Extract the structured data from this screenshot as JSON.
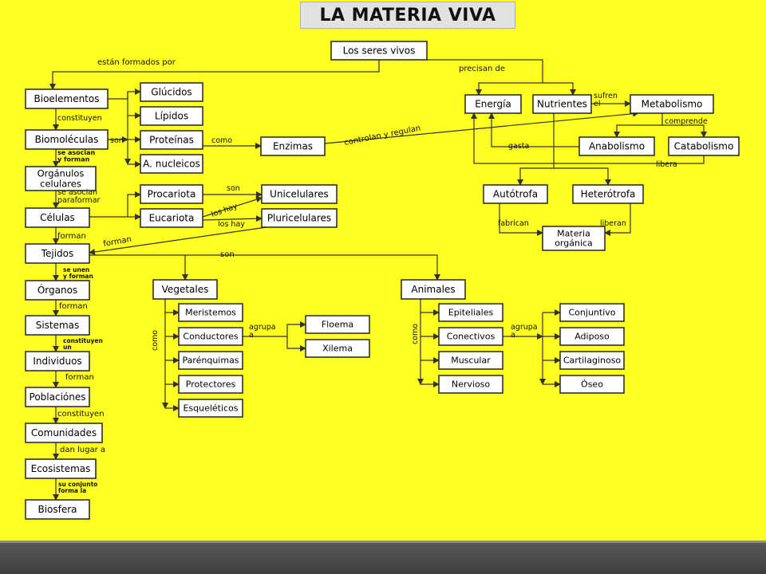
{
  "title": "LA MATERIA VIVA",
  "nodes": [
    {
      "id": "seres",
      "label": "Los seres vivos"
    },
    {
      "id": "bioel",
      "label": "Bioelementos"
    },
    {
      "id": "biomol",
      "label": "Biomoléculas"
    },
    {
      "id": "organulos",
      "label": "Orgánulos\ncelulares"
    },
    {
      "id": "celulas",
      "label": "Células"
    },
    {
      "id": "tejidos",
      "label": "Tejidos"
    },
    {
      "id": "organos",
      "label": "Órganos"
    },
    {
      "id": "sistemas",
      "label": "Sistemas"
    },
    {
      "id": "individuos",
      "label": "Individuos"
    },
    {
      "id": "poblaciones",
      "label": "Poblaciónes"
    },
    {
      "id": "comunidades",
      "label": "Comunidades"
    },
    {
      "id": "ecosistemas",
      "label": "Ecosistemas"
    },
    {
      "id": "biosfera",
      "label": "Biosfera"
    },
    {
      "id": "glucidos",
      "label": "Glúcidos"
    },
    {
      "id": "lipidos",
      "label": "Lípidos"
    },
    {
      "id": "proteinas",
      "label": "Proteínas"
    },
    {
      "id": "anucleicos",
      "label": "A. nucleicos"
    },
    {
      "id": "enzimas",
      "label": "Enzimas"
    },
    {
      "id": "procariota",
      "label": "Procariota"
    },
    {
      "id": "eucariota",
      "label": "Eucariota"
    },
    {
      "id": "unicel",
      "label": "Unicelulares"
    },
    {
      "id": "pluricel",
      "label": "Pluricelulares"
    },
    {
      "id": "energia",
      "label": "Energía"
    },
    {
      "id": "nutrientes",
      "label": "Nutrientes"
    },
    {
      "id": "metabolismo",
      "label": "Metabolismo"
    },
    {
      "id": "anabolismo",
      "label": "Anabolismo"
    },
    {
      "id": "catabolismo",
      "label": "Catabolismo"
    },
    {
      "id": "autotrofa",
      "label": "Autótrofa"
    },
    {
      "id": "heterotrofa",
      "label": "Heterótrofa"
    },
    {
      "id": "materia",
      "label": "Materia\norgánica"
    },
    {
      "id": "vegetales",
      "label": "Vegetales"
    },
    {
      "id": "animales",
      "label": "Animales"
    },
    {
      "id": "meristemos",
      "label": "Meristemos"
    },
    {
      "id": "conductores",
      "label": "Conductores"
    },
    {
      "id": "parenquimas",
      "label": "Parénquimas"
    },
    {
      "id": "protectores",
      "label": "Protectores"
    },
    {
      "id": "esqueleticos",
      "label": "Esqueléticos"
    },
    {
      "id": "floema",
      "label": "Floema"
    },
    {
      "id": "xilema",
      "label": "Xilema"
    },
    {
      "id": "epiteliales",
      "label": "Epiteliales"
    },
    {
      "id": "conectivos",
      "label": "Conectivos"
    },
    {
      "id": "muscular",
      "label": "Muscular"
    },
    {
      "id": "nervioso",
      "label": "Nervioso"
    },
    {
      "id": "conjuntivo",
      "label": "Conjuntivo"
    },
    {
      "id": "adiposo",
      "label": "Adiposo"
    },
    {
      "id": "cartilaginoso",
      "label": "Cartilaginoso"
    },
    {
      "id": "oseo",
      "label": "Óseo"
    }
  ],
  "labels": [
    {
      "id": "formados",
      "text": "están formados por"
    },
    {
      "id": "precisan",
      "text": "precisan de"
    },
    {
      "id": "constituyen1",
      "text": "constituyen"
    },
    {
      "id": "son1",
      "text": "son"
    },
    {
      "id": "seasocian1",
      "text": "se asocian\ny forman"
    },
    {
      "id": "seasocian2",
      "text": "se asocian\nparaformar"
    },
    {
      "id": "como1",
      "text": "como"
    },
    {
      "id": "controlan",
      "text": "controlan y regulan"
    },
    {
      "id": "son2",
      "text": "son"
    },
    {
      "id": "loshay1",
      "text": "los hay"
    },
    {
      "id": "loshay2",
      "text": "los hay"
    },
    {
      "id": "forman1",
      "text": "forman"
    },
    {
      "id": "forman2",
      "text": "forman"
    },
    {
      "id": "sesocian3",
      "text": "se unen\ny forman"
    },
    {
      "id": "forman3",
      "text": "forman"
    },
    {
      "id": "constituyen2",
      "text": "constituyen\nun"
    },
    {
      "id": "forman4",
      "text": "forman"
    },
    {
      "id": "constituyen3",
      "text": "constituyen"
    },
    {
      "id": "dan",
      "text": "dan lugar a"
    },
    {
      "id": "suconjunto",
      "text": "su conjunto\nforma la"
    },
    {
      "id": "sufren",
      "text": "sufren\nel"
    },
    {
      "id": "comprende",
      "text": "comprende"
    },
    {
      "id": "gasta",
      "text": "gasta"
    },
    {
      "id": "libera1",
      "text": "libera"
    },
    {
      "id": "fabrican",
      "text": "fabrican"
    },
    {
      "id": "liberan",
      "text": "liberan"
    },
    {
      "id": "son3",
      "text": "son"
    },
    {
      "id": "como2",
      "text": "como"
    },
    {
      "id": "agrupa1",
      "text": "agrupa\na"
    },
    {
      "id": "como3",
      "text": "como"
    },
    {
      "id": "agrupa2",
      "text": "agrupa\na"
    }
  ]
}
